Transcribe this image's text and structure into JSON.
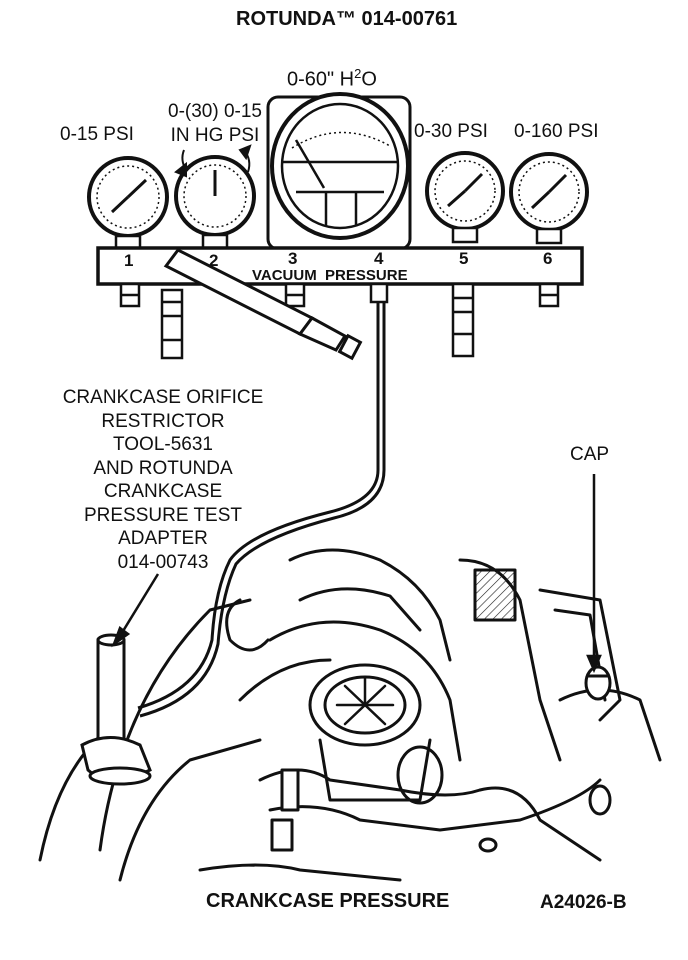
{
  "title": "ROTUNDA™ 014-00761",
  "gauges": [
    {
      "range": "0-15 PSI",
      "port": "1"
    },
    {
      "range_line1": "0-(30) 0-15",
      "range_line2": "IN HG PSI",
      "port": "2"
    },
    {
      "range_prefix": "0-60\" H",
      "range_sup": "2",
      "range_suffix": "O",
      "port": "3"
    },
    {
      "port": "4"
    },
    {
      "range": "0-30 PSI",
      "port": "5"
    },
    {
      "range": "0-160 PSI",
      "port": "6"
    }
  ],
  "manifold_label": "VACUUM  PRESSURE",
  "callout_lines": [
    "CRANKCASE ORIFICE",
    "RESTRICTOR",
    "TOOL-5631",
    "AND ROTUNDA",
    "CRANKCASE",
    "PRESSURE TEST",
    "ADAPTER",
    "014-00743"
  ],
  "cap_label": "CAP",
  "caption": "CRANKCASE PRESSURE",
  "figure_id": "A24026-B"
}
